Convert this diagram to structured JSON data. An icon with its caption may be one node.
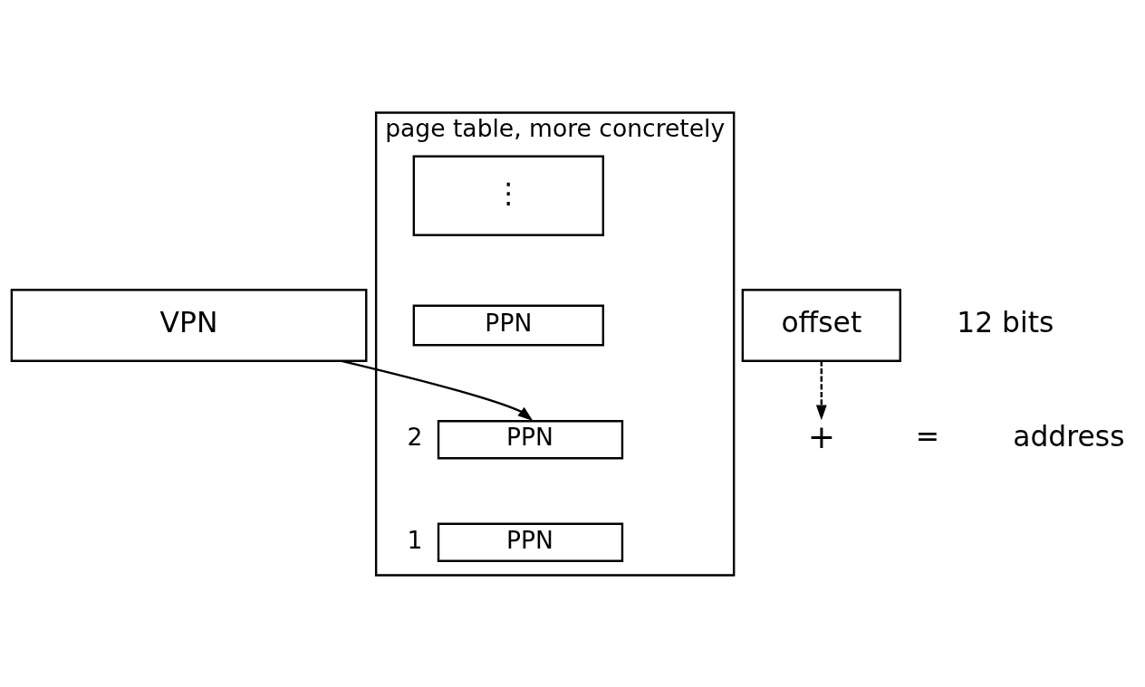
{
  "diagram": {
    "nodes": [
      {
        "text": [
          "VPN"
        ]
      },
      {
        "text": [
          "offset"
        ]
      },
      {
        "text": [
          "page table, more concretely"
        ]
      },
      {
        "text": [
          "⋮"
        ],
        "in": 2
      },
      {
        "text": [
          "PPN"
        ],
        "in": 2
      },
      {
        "text": [
          "PPN"
        ],
        "in": 2,
        "beside": [
          "2"
        ]
      },
      {
        "text": [
          "PPN"
        ],
        "in": 2,
        "beside": [
          "1"
        ]
      },
      {
        "text": [
          "+"
        ]
      }
    ],
    "edges": [
      {
        "from": 0,
        "to": 5,
        "arrow": "to"
      },
      {
        "from": 1,
        "to": 7,
        "arrow": "to",
        "style": "dashed"
      }
    ],
    "labels": [
      "12 bits",
      "=",
      "address"
    ]
  }
}
